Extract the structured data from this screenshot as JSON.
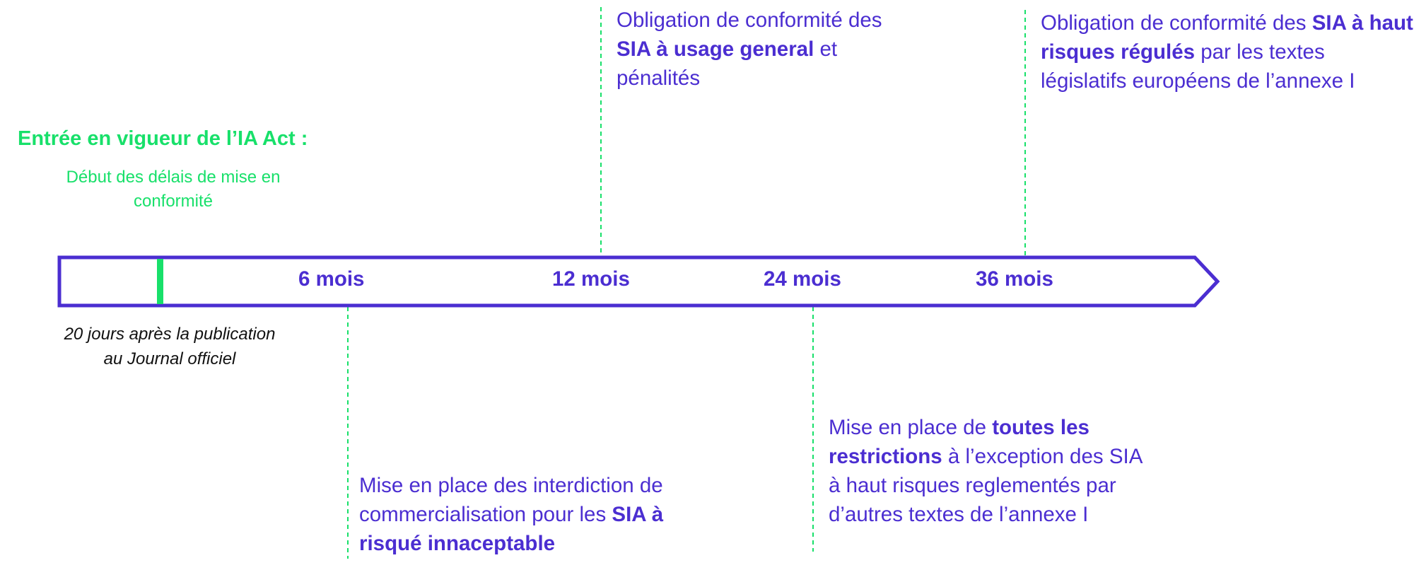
{
  "timeline": {
    "start": {
      "title": "Entrée en vigueur de l’IA Act :",
      "subtitle": "Début des délais de mise en conformité",
      "note": "20 jours après la publication au Journal officiel"
    },
    "milestones": {
      "m6": {
        "label": "6 mois",
        "parts": [
          {
            "text": "Mise en place des interdiction de commercialisation pour les ",
            "bold": false
          },
          {
            "text": "SIA à risqué innaceptable",
            "bold": true
          }
        ]
      },
      "m12": {
        "label": "12 mois",
        "parts": [
          {
            "text": "Obligation de conformité des ",
            "bold": false
          },
          {
            "text": "SIA à usage general",
            "bold": true
          },
          {
            "text": " et pénalités",
            "bold": false
          }
        ]
      },
      "m24": {
        "label": "24 mois",
        "parts": [
          {
            "text": "Mise en place de ",
            "bold": false
          },
          {
            "text": "toutes les restrictions",
            "bold": true
          },
          {
            "text": " à l’exception des SIA à haut risques reglementés par d’autres textes de l’annexe I",
            "bold": false
          }
        ]
      },
      "m36": {
        "label": "36 mois",
        "parts": [
          {
            "text": "Obligation de conformité des ",
            "bold": false
          },
          {
            "text": "SIA à haut risques régulés",
            "bold": true
          },
          {
            "text": " par les textes législatifs européens de l’annexe I",
            "bold": false
          }
        ]
      }
    }
  },
  "colors": {
    "primary": "#4B2ED1",
    "accent": "#18E06A",
    "note": "#111111"
  }
}
